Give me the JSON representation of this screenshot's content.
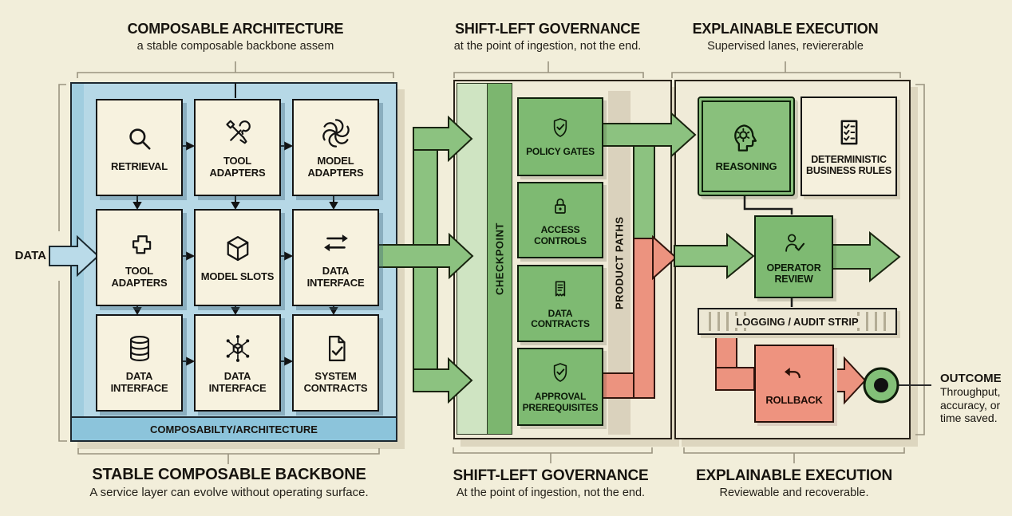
{
  "sections": {
    "left": {
      "header_title": "COMPOSABLE ARCHITECTURE",
      "header_subtitle": "a stable composable backbone assem",
      "footer_title": "STABLE COMPOSABLE BACKBONE",
      "footer_subtitle": "A service layer can evolve without operating surface.",
      "container_label": "COMPOSABILTY/ARCHITECTURE",
      "input_label": "DATA",
      "grid": [
        {
          "label": "RETRIEVAL",
          "icon": "search-icon"
        },
        {
          "label": "TOOL ADAPTERS",
          "icon": "tools-icon"
        },
        {
          "label": "MODEL ADAPTERS",
          "icon": "model-knot-icon"
        },
        {
          "label": "TOOL ADAPTERS",
          "icon": "puzzle-icon"
        },
        {
          "label": "MODEL SLOTS",
          "icon": "cube-icon"
        },
        {
          "label": "DATA INTERFACE",
          "icon": "swap-arrows-icon"
        },
        {
          "label": "DATA INTERFACE",
          "icon": "database-icon"
        },
        {
          "label": "DATA INTERFACE",
          "icon": "network-icon"
        },
        {
          "label": "SYSTEM CONTRACTS",
          "icon": "doc-check-icon"
        }
      ]
    },
    "middle": {
      "header_title": "SHIFT-LEFT GOVERNANCE",
      "header_subtitle": "at the point of ingestion, not the end.",
      "footer_title": "SHIFT-LEFT GOVERNANCE",
      "footer_subtitle": "At the point of ingestion, not the end.",
      "checkpoint_label": "CHECKPOINT",
      "product_paths_label": "PRODUCT PATHS",
      "gates": [
        {
          "label": "POLICY GATES",
          "icon": "shield-check-icon"
        },
        {
          "label": "ACCESS CONTROLS",
          "icon": "lock-icon"
        },
        {
          "label": "DATA CONTRACTS",
          "icon": "receipt-icon"
        },
        {
          "label": "APPROVAL PREREQUISITES",
          "icon": "shield-check-icon"
        }
      ]
    },
    "right": {
      "header_title": "EXPLAINABLE EXECUTION",
      "header_subtitle": "Supervised lanes, reviererable",
      "footer_title": "EXPLAINABLE EXECUTION",
      "footer_subtitle": "Reviewable and recoverable.",
      "reasoning": {
        "label": "REASONING",
        "icon": "head-gear-icon"
      },
      "rules": {
        "label": "DETERMINISTIC BUSINESS RULES",
        "icon": "checklist-icon"
      },
      "operator": {
        "label": "OPERATOR REVIEW",
        "icon": "person-check-icon"
      },
      "logging": {
        "label": "LOGGING / AUDIT STRIP"
      },
      "rollback": {
        "label": "ROLLBACK",
        "icon": "undo-icon"
      },
      "outcome": {
        "title": "OUTCOME",
        "line1": "Throughput,",
        "line2": "accuracy, or",
        "line3": "time saved."
      }
    },
    "colors": {
      "background": "#f2eeda",
      "blue": "#b6d8e6",
      "green": "#7eba72",
      "green_light": "#cfe4c2",
      "red": "#ee937f",
      "cream": "#f7f2df",
      "tan_panel": "#f0ebd8"
    }
  }
}
